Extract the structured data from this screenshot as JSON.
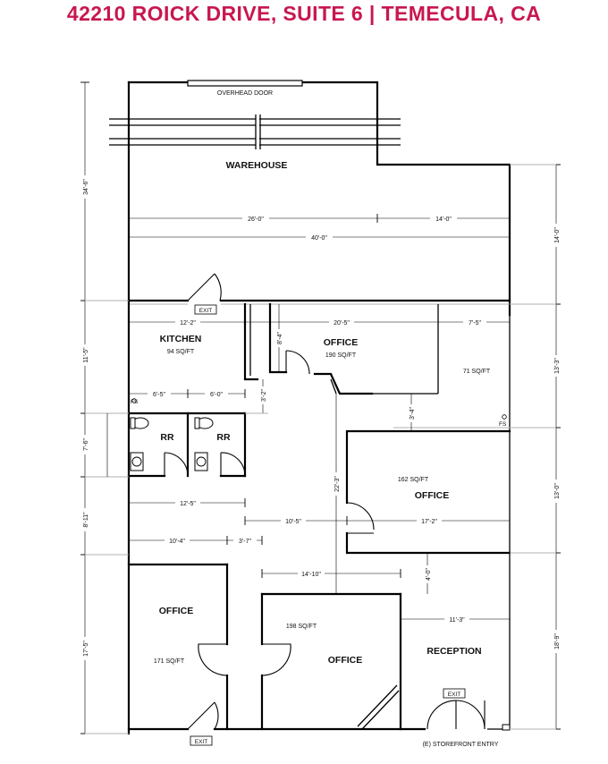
{
  "title": "42210 ROICK DRIVE, SUITE 6  |  TEMECULA, CA",
  "labels": {
    "overhead_door": "OVERHEAD DOOR",
    "warehouse": "WAREHOUSE",
    "exit": "EXIT",
    "kitchen": "KITCHEN",
    "kitchen_area": "94 SQ/FT",
    "office": "OFFICE",
    "office_area_top": "190 SQ/FT",
    "area_71": "71 SQ/FT",
    "fs": "FS",
    "rr": "RR",
    "office_area_right": "162 SQ/FT",
    "office_area_left": "171 SQ/FT",
    "office_area_center": "198 SQ/FT",
    "reception": "RECEPTION",
    "storefront": "(E) STOREFRONT ENTRY"
  },
  "dims": {
    "d26": "26'-0\"",
    "d14a": "14'-0\"",
    "d40": "40'-0\"",
    "d34_6": "34'-6\"",
    "d14b": "14'-0\"",
    "d12_2": "12'-2\"",
    "d20_5": "20'-5\"",
    "d7_5": "7'-5\"",
    "d8_4": "8'-4\"",
    "d11_5": "11'-5\"",
    "d13_3": "13'-3\"",
    "d6_5": "6'-5\"",
    "d6_0": "6'-0\"",
    "d3_2": "3'-2\"",
    "d3_4": "3'-4\"",
    "d7_6": "7'-6\"",
    "d22_3": "22'-3\"",
    "d12_5": "12'-5\"",
    "d10_5": "10'-5\"",
    "d17_2": "17'-2\"",
    "d13_0": "13'-0\"",
    "d8_11": "8'-11\"",
    "d10_4": "10'-4\"",
    "d3_7": "3'-7\"",
    "d14_10": "14'-10\"",
    "d4_0": "4'-0\"",
    "d11_3": "11'-3\"",
    "d17_5": "17'-5\"",
    "d18_9": "18'-9\""
  },
  "colors": {
    "title": "#c8174f",
    "line": "#000000"
  }
}
